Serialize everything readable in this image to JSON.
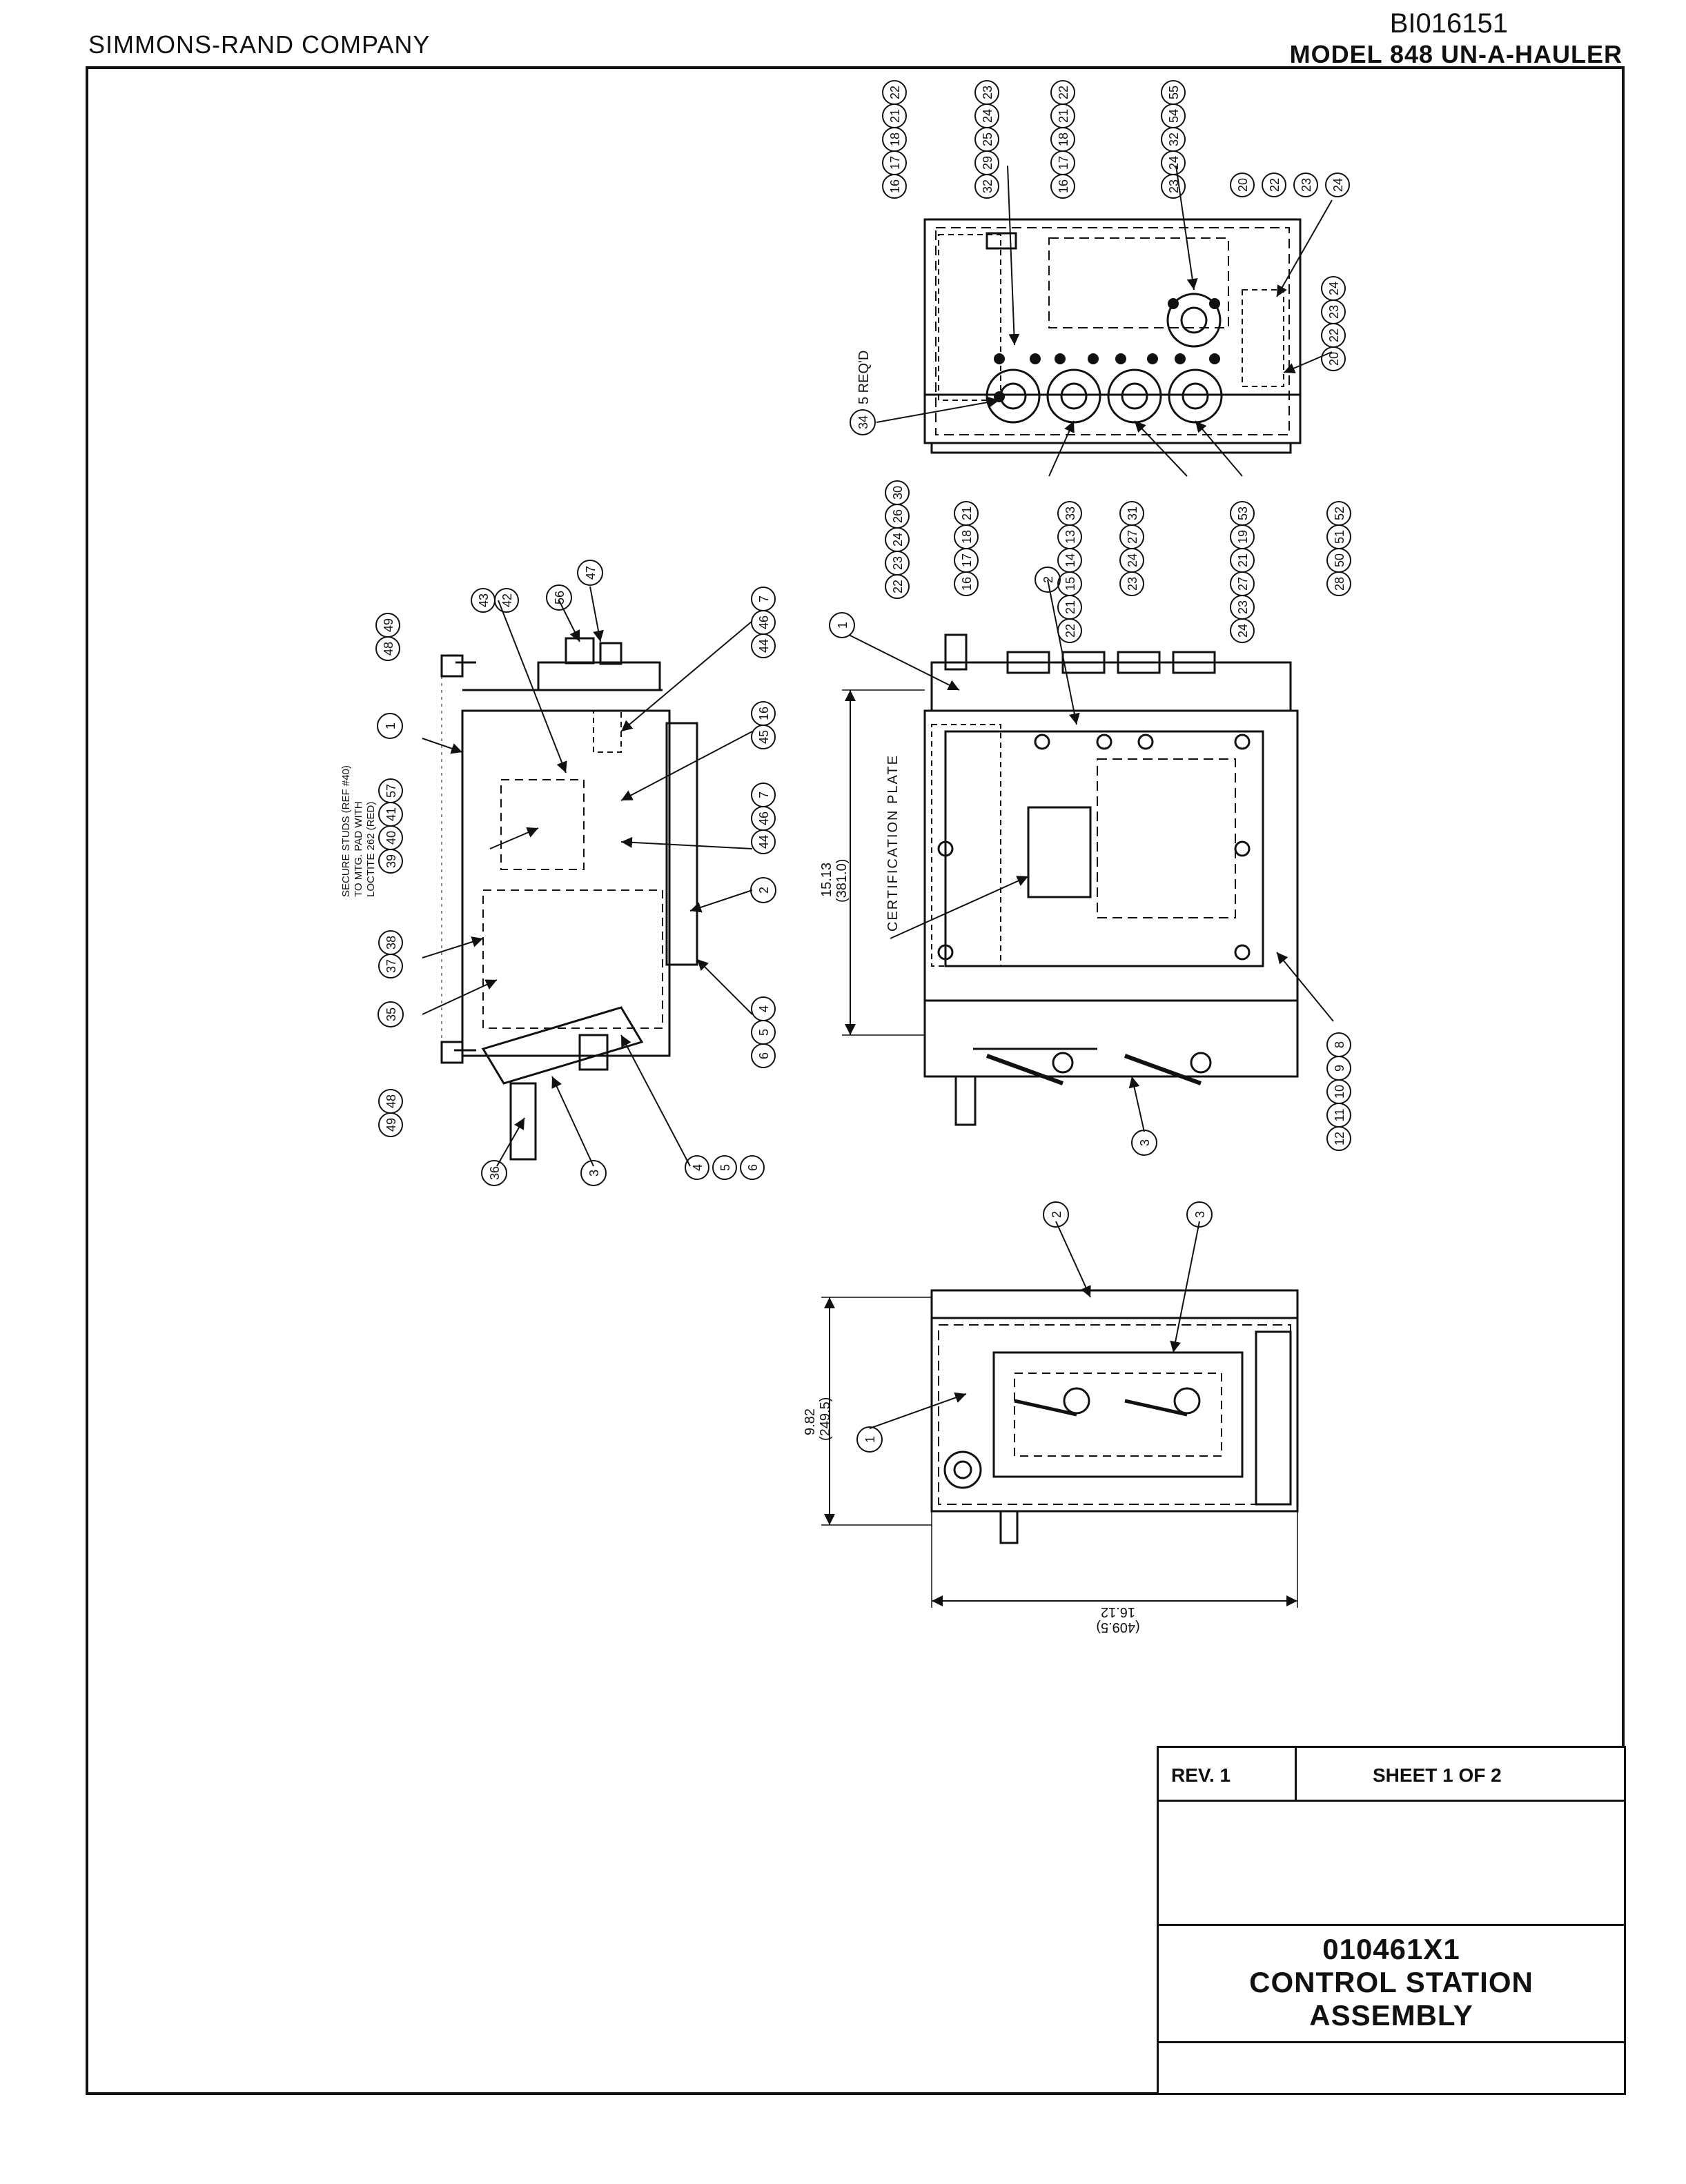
{
  "header": {
    "company": "SIMMONS-RAND COMPANY",
    "doc_id": "BI016151",
    "model": "MODEL 848 UN-A-HAULER"
  },
  "title_block": {
    "rev": "REV. 1",
    "sheet": "SHEET 1 OF 2",
    "part_number": "010461X1",
    "title_line1": "CONTROL STATION",
    "title_line2": "ASSEMBLY"
  },
  "annotations": {
    "qty_note": "5 REQ'D",
    "qty_callout": "34",
    "certification_plate": "CERTIFICATION PLATE",
    "note_line1": "SECURE STUDS (REF #40)",
    "note_line2": "TO MTG. PAD WITH",
    "note_line3": "LOCTITE 262 (RED)"
  },
  "dimensions": {
    "height_in": "15.13",
    "height_mm": "(381.0)",
    "depth_in": "9.82",
    "depth_mm": "(249.5)",
    "width_in": "16.12",
    "width_mm": "(409.5)"
  },
  "callouts": {
    "top_view": {
      "g1": [
        "22",
        "21",
        "18",
        "17",
        "16"
      ],
      "g2": [
        "23",
        "24",
        "25",
        "29",
        "32"
      ],
      "g3": [
        "22",
        "21",
        "18",
        "17",
        "16"
      ],
      "g4": [
        "55",
        "54",
        "32",
        "24",
        "23"
      ],
      "g5": [
        "24",
        "23",
        "22",
        "20"
      ],
      "g6": [
        "24",
        "23",
        "22",
        "20"
      ],
      "b1": [
        "30",
        "26",
        "24",
        "23",
        "22"
      ],
      "b2": [
        "21",
        "18",
        "17",
        "16"
      ],
      "b3": [
        "33",
        "13",
        "14",
        "15",
        "21",
        "22"
      ],
      "b4": [
        "31",
        "27",
        "24",
        "23"
      ],
      "b5": [
        "53",
        "19",
        "21",
        "27",
        "23",
        "24"
      ],
      "b6": [
        "52",
        "51",
        "50",
        "28"
      ]
    },
    "side_view": {
      "left_top": [
        "48",
        "49"
      ],
      "left_bottom": [
        "49",
        "48"
      ],
      "left_mid": [
        "39",
        "40",
        "41",
        "57"
      ],
      "left_37_38": [
        "37",
        "38"
      ],
      "left_35": "35",
      "left_36": "36",
      "left_3": "3",
      "right_1": "1",
      "top_43_42": [
        "43",
        "42"
      ],
      "top_56": "56",
      "top_47": "47",
      "r1": [
        "44",
        "46",
        "7"
      ],
      "r2": [
        "45",
        "16"
      ],
      "r3": [
        "44",
        "46",
        "7"
      ],
      "r4": "2",
      "r5": [
        "6",
        "5",
        "4"
      ],
      "r6": [
        "4",
        "5",
        "6"
      ]
    },
    "front_view": {
      "c1": "1",
      "c2": "2",
      "c3": "3",
      "right": [
        "12",
        "11",
        "10",
        "9",
        "8"
      ]
    },
    "bottom_view": {
      "c1": "1",
      "c2": "2",
      "c3": "3"
    }
  }
}
